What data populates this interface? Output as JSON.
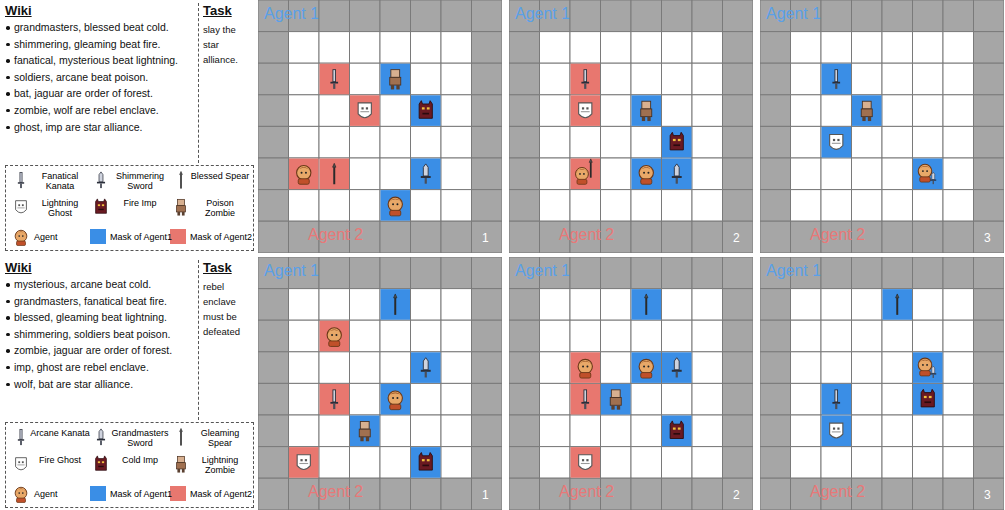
{
  "diagram": {
    "nodes": [
      {
        "text": [
          "Wiki",
          "grandmasters, blessed beat cold.",
          "shimmering, gleaming beat fire.",
          "fanatical, mysterious beat lightning.",
          "soldiers, arcane beat poison.",
          "bat, jaguar are order of forest.",
          "zombie, wolf are rebel enclave.",
          "ghost, imp are star alliance."
        ]
      },
      {
        "text": [
          "Task",
          "slay the star alliance."
        ]
      },
      {
        "text": [
          "Wiki",
          "mysterious, arcane beat cold.",
          "grandmasters, fanatical beat fire.",
          "blessed, gleaming beat lightning.",
          "shimmering, soldiers beat poison.",
          "zombie, jaguar are order of forest.",
          "imp, ghost are rebel enclave.",
          "wolf, bat are star alliance."
        ]
      },
      {
        "text": [
          "Task",
          "rebel enclave must be defeated"
        ]
      }
    ],
    "labels": [
      "Agent 1",
      "Agent 2",
      "1",
      "Agent 1",
      "Agent 2",
      "2",
      "Agent 1",
      "Agent 2",
      "3",
      "Agent 1",
      "Agent 2",
      "1",
      "Agent 1",
      "Agent 2",
      "2",
      "Agent 1",
      "Agent 2",
      "3"
    ],
    "legend": [
      {
        "text": "Fanatical Kanata"
      },
      {
        "text": "Shimmering Sword"
      },
      {
        "text": "Blessed Spear"
      },
      {
        "text": "Lightning Ghost"
      },
      {
        "text": "Fire Imp"
      },
      {
        "text": "Poison Zombie"
      },
      {
        "text": "Agent"
      },
      {
        "text": "Mask of Agent1",
        "color": "#3a8ee6"
      },
      {
        "text": "Mask of Agent2",
        "color": "#e8776f"
      },
      {
        "text": "Arcane Kanata"
      },
      {
        "text": "Grandmasters Sword"
      },
      {
        "text": "Gleaming Spear"
      },
      {
        "text": "Fire Ghost"
      },
      {
        "text": "Cold Imp"
      },
      {
        "text": "Lightning Zombie"
      },
      {
        "text": "Agent"
      },
      {
        "text": "Mask of Agent1",
        "color": "#3a8ee6"
      },
      {
        "text": "Mask of Agent2",
        "color": "#e8776f"
      }
    ]
  }
}
